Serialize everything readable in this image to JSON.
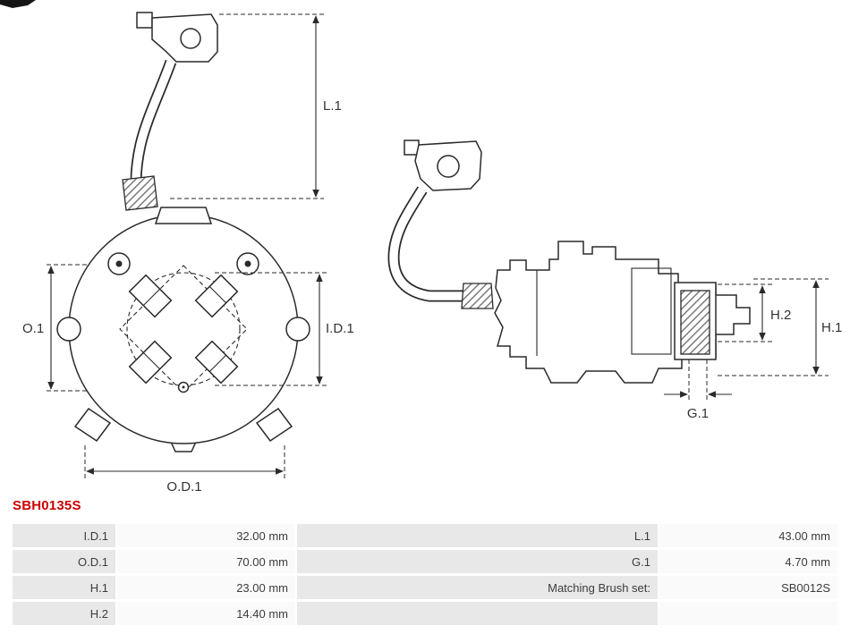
{
  "part_number": "SBH0135S",
  "colors": {
    "accent": "#cc0000",
    "line": "#2a2a2a",
    "table_label_bg": "#e8e8e8",
    "table_value_bg": "#fafafa"
  },
  "diagram": {
    "labels": {
      "l1": "L.1",
      "o1": "O.1",
      "id1": "I.D.1",
      "od1": "O.D.1",
      "h1": "H.1",
      "h2": "H.2",
      "g1": "G.1"
    }
  },
  "spec_table": {
    "rows": [
      {
        "label_left": "I.D.1",
        "value_left": "32.00 mm",
        "label_right": "L.1",
        "value_right": "43.00 mm"
      },
      {
        "label_left": "O.D.1",
        "value_left": "70.00 mm",
        "label_right": "G.1",
        "value_right": "4.70 mm"
      },
      {
        "label_left": "H.1",
        "value_left": "23.00 mm",
        "label_right": "Matching Brush set:",
        "value_right": "SB0012S"
      },
      {
        "label_left": "H.2",
        "value_left": "14.40 mm",
        "label_right": "",
        "value_right": ""
      }
    ]
  }
}
